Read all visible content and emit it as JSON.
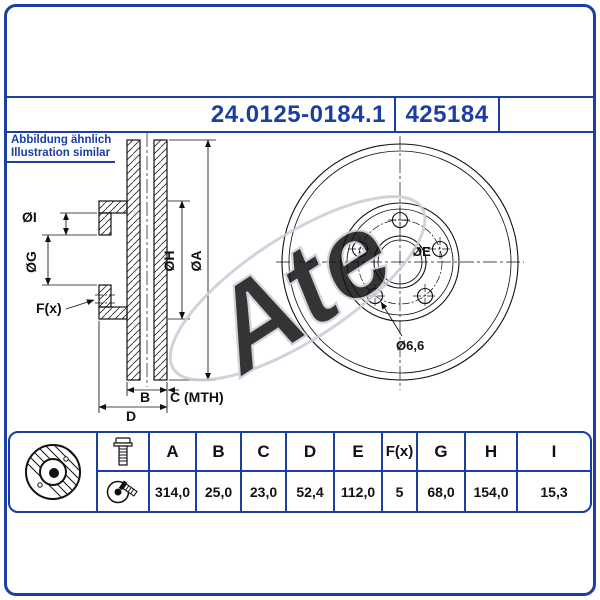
{
  "header": {
    "part_number": "24.0125-0184.1",
    "catalog_number": "425184"
  },
  "note": {
    "line_de": "Abbildung ähnlich",
    "line_en": "Illustration similar"
  },
  "watermark": {
    "text": "Ate"
  },
  "drawing": {
    "section_labels": {
      "dia_i": "ØI",
      "dia_g": "ØG",
      "f": "F(x)",
      "dia_h": "ØH",
      "dia_a": "ØA",
      "b": "B",
      "c": "C (MTH)",
      "d": "D"
    },
    "front_labels": {
      "dia_e": "ØE",
      "hole_dia": "Ø6,6"
    }
  },
  "table": {
    "headers": [
      "A",
      "B",
      "C",
      "D",
      "E",
      "F(x)",
      "G",
      "H",
      "I"
    ],
    "values": [
      "314,0",
      "25,0",
      "23,0",
      "52,4",
      "112,0",
      "5",
      "68,0",
      "154,0",
      "15,3"
    ],
    "icons": [
      "brake-disc-icon",
      "screw-icon",
      "disc-bolt-icon"
    ]
  },
  "colors": {
    "accent_blue": "#1b3da4",
    "line": "#111111",
    "watermark_gray": "#c7ccd7"
  }
}
